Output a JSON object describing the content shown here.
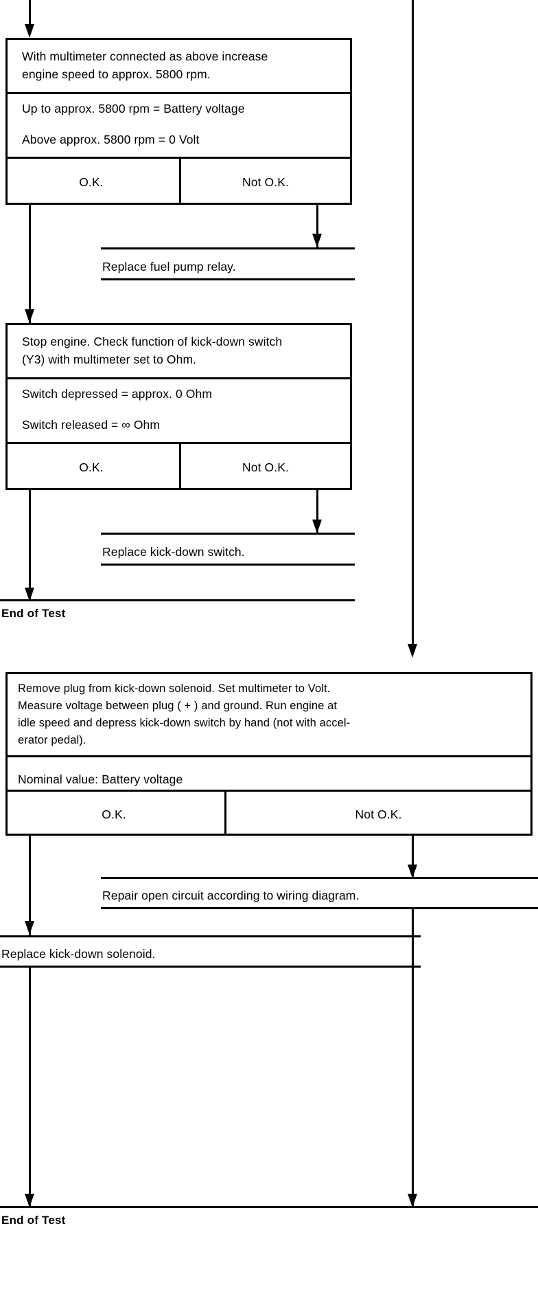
{
  "doc": {
    "type": "troubleshooting-flowchart",
    "title_text": "",
    "line_color": "#000000",
    "background": "#ffffff"
  },
  "labels": {
    "ok": "O.K.",
    "not_ok": "Not O.K.",
    "end_of_test": "End of Test"
  },
  "blocks": {
    "test1": {
      "instruction_line1": "With multimeter connected as above increase",
      "instruction_line2": "engine speed to approx. 5800 rpm.",
      "spec_line1": "Up to approx. 5800 rpm  =  Battery voltage",
      "spec_line2": "Above approx. 5800 rpm =  0 Volt",
      "ok": "O.K.",
      "not_ok": "Not O.K."
    },
    "action1": {
      "text": "Replace fuel pump relay."
    },
    "test2": {
      "instruction_line1": "Stop engine. Check function of kick-down switch",
      "instruction_line2": "(Y3) with multimeter set to Ohm.",
      "spec_line1": "Switch depressed  =  approx. 0 Ohm",
      "spec_line2": "Switch released     =  ∞ Ohm",
      "ok": "O.K.",
      "not_ok": "Not O.K."
    },
    "action2": {
      "text": "Replace kick-down switch."
    },
    "end1": {
      "text": "End of Test"
    },
    "test3": {
      "instruction_line1": "Remove plug from kick-down solenoid. Set multimeter to Volt.",
      "instruction_line2": "Measure voltage between plug ( + ) and ground. Run engine at",
      "instruction_line3": "idle speed and depress kick-down switch by hand (not with accel-",
      "instruction_line4": "erator pedal).",
      "spec_line1": "Nominal value: Battery voltage",
      "ok": "O.K.",
      "not_ok": "Not O.K."
    },
    "action3": {
      "text": "Repair open circuit according to wiring diagram."
    },
    "action4": {
      "text": "Replace kick-down solenoid."
    },
    "end2": {
      "text": "End of Test"
    }
  },
  "flow_edges": [
    {
      "name": "entry-into-test1",
      "from": "above",
      "to": "test1"
    },
    {
      "name": "test1-ok-down",
      "from": "test1.ok",
      "to": "test2"
    },
    {
      "name": "test1-notok-down",
      "from": "test1.not_ok",
      "to": "action1"
    },
    {
      "name": "test2-ok-down",
      "from": "test2.ok",
      "to": "end1"
    },
    {
      "name": "test2-notok-down",
      "from": "test2.not_ok",
      "to": "action2"
    },
    {
      "name": "right-rail-into-test3",
      "from": "above-right",
      "to": "test3"
    },
    {
      "name": "test3-ok-down",
      "from": "test3.ok",
      "to": "action4"
    },
    {
      "name": "test3-notok-down",
      "from": "test3.not_ok",
      "to": "action3"
    },
    {
      "name": "action3-down",
      "from": "action3",
      "to": "end2"
    },
    {
      "name": "action4-down",
      "from": "action4",
      "to": "end2"
    }
  ]
}
